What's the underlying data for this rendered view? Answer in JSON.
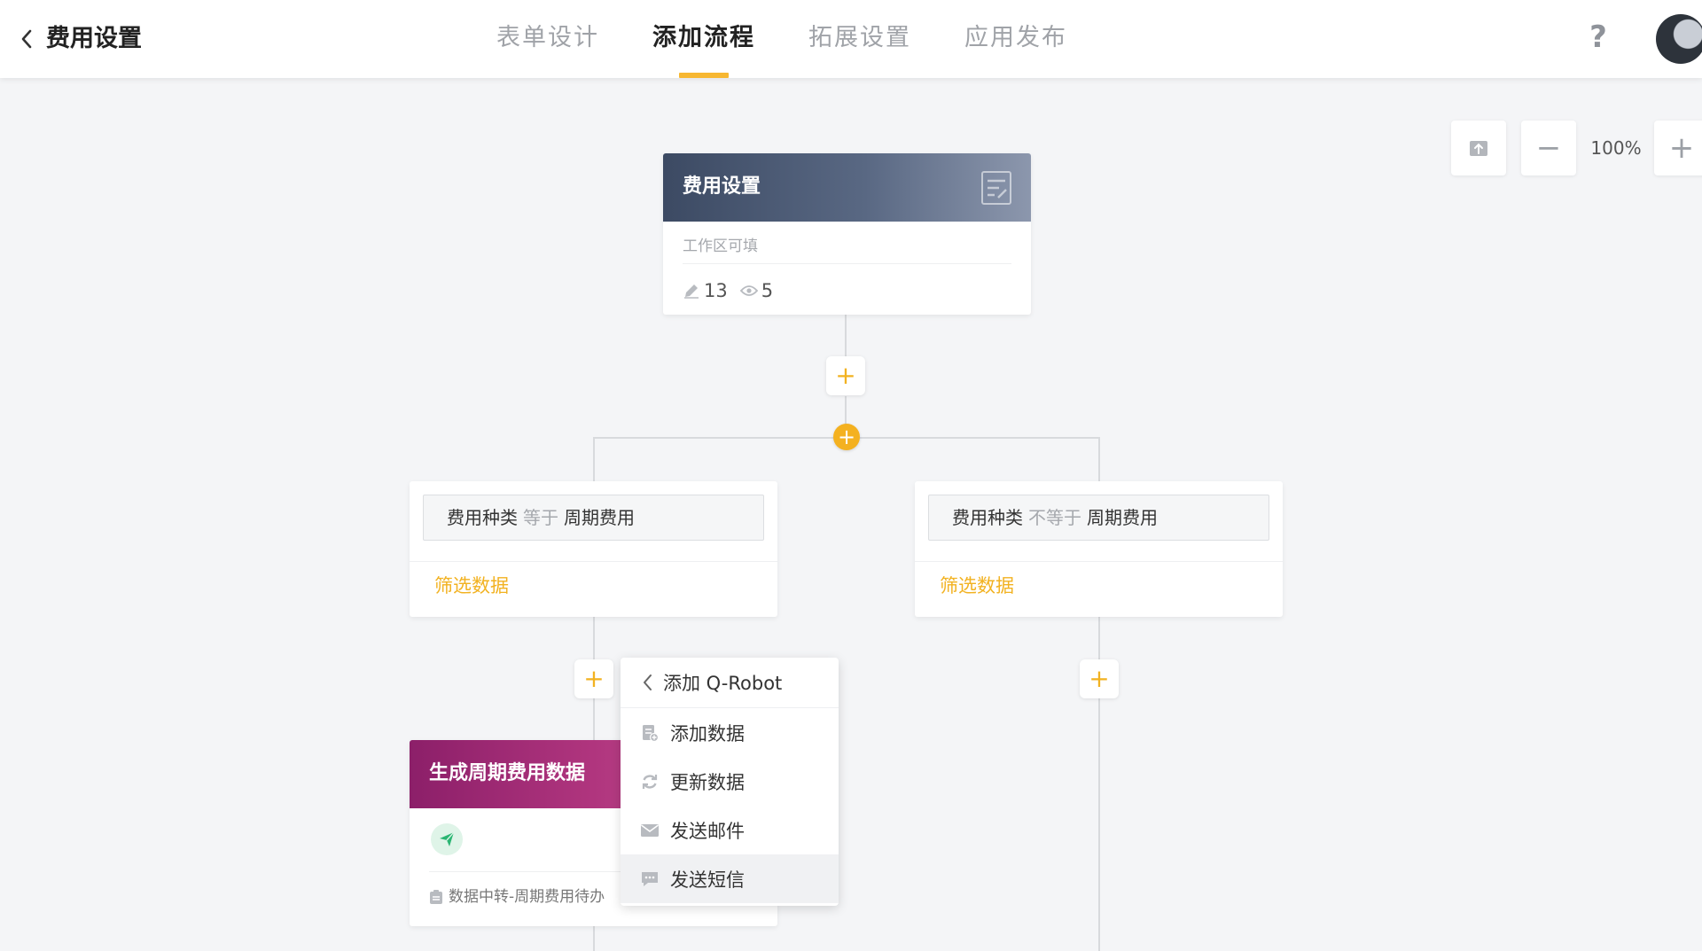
{
  "header": {
    "title": "费用设置",
    "tabs": [
      {
        "label": "表单设计"
      },
      {
        "label": "添加流程"
      },
      {
        "label": "拓展设置"
      },
      {
        "label": "应用发布"
      }
    ],
    "active_tab": "添加流程",
    "help_glyph": "?"
  },
  "zoom": {
    "level": "100%",
    "minus_glyph": "−",
    "plus_glyph": "+"
  },
  "start_node": {
    "title": "费用设置",
    "subtitle": "工作区可填",
    "edit_count": "13",
    "view_count": "5"
  },
  "add_glyph": "+",
  "branches": [
    {
      "field": "费用种类",
      "operator": "等于",
      "value": "周期费用",
      "filter_label": "筛选数据"
    },
    {
      "field": "费用种类",
      "operator": "不等于",
      "value": "周期费用",
      "filter_label": "筛选数据"
    }
  ],
  "robot_node": {
    "title": "生成周期费用数据",
    "source": "数据中转-周期费用待办"
  },
  "menu": {
    "header": "添加 Q-Robot",
    "items": [
      {
        "label": "添加数据",
        "icon": "add-data-icon"
      },
      {
        "label": "更新数据",
        "icon": "refresh-icon"
      },
      {
        "label": "发送邮件",
        "icon": "mail-icon"
      },
      {
        "label": "发送短信",
        "icon": "sms-icon"
      }
    ]
  },
  "colors": {
    "accent": "#f2b221",
    "start_header": "#3c4a63",
    "robot_header": "#8c1f69"
  }
}
